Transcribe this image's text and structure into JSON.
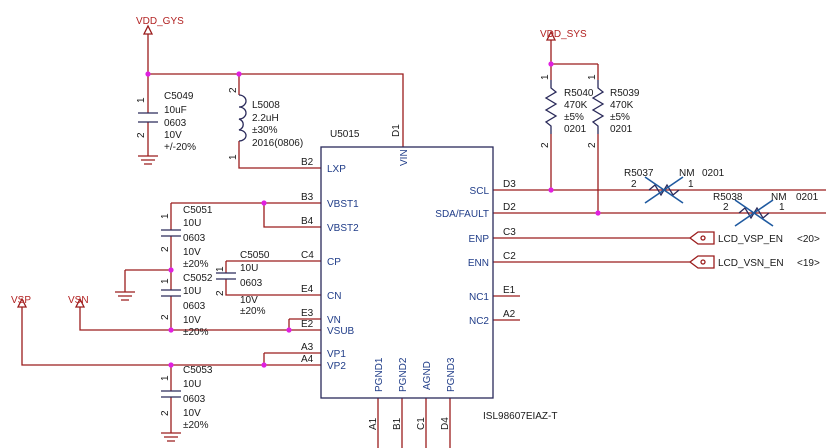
{
  "nets": {
    "vdd_gys": "VDD_GYS",
    "vdd_sys": "VDD_SYS",
    "vsp": "VSP",
    "vsn": "VSN",
    "lcd_vsp_en": "LCD_VSP_EN",
    "lcd_vsp_ref": "<20>",
    "lcd_vsn_en": "LCD_VSN_EN",
    "lcd_vsn_ref": "<19>"
  },
  "ic": {
    "ref": "U5015",
    "part": "ISL98607EIAZ-T",
    "left_pins": [
      {
        "name": "LXP",
        "num": "B2"
      },
      {
        "name": "VBST1",
        "num": "B3"
      },
      {
        "name": "VBST2",
        "num": "B4"
      },
      {
        "name": "CP",
        "num": "C4"
      },
      {
        "name": "CN",
        "num": "E4"
      },
      {
        "name": "VN",
        "num": "E3"
      },
      {
        "name": "VSUB",
        "num": "E2"
      },
      {
        "name": "VP1",
        "num": "A3"
      },
      {
        "name": "VP2",
        "num": "A4"
      }
    ],
    "top_pin": {
      "name": "VIN",
      "num": "D1"
    },
    "right_pins": [
      {
        "name": "SCL",
        "num": "D3"
      },
      {
        "name": "SDA/FAULT",
        "num": "D2"
      },
      {
        "name": "ENP",
        "num": "C3"
      },
      {
        "name": "ENN",
        "num": "C2"
      },
      {
        "name": "NC1",
        "num": "E1"
      },
      {
        "name": "NC2",
        "num": "A2"
      }
    ],
    "bottom_pins": [
      {
        "name": "PGND1",
        "num": "A1"
      },
      {
        "name": "PGND2",
        "num": "B1"
      },
      {
        "name": "AGND",
        "num": "C1"
      },
      {
        "name": "PGND3",
        "num": "D4"
      }
    ]
  },
  "components": {
    "c5049": {
      "ref": "C5049",
      "lines": [
        "10uF",
        "0603",
        "10V",
        "+/-20%"
      ],
      "pin1": "1",
      "pin2": "2"
    },
    "l5008": {
      "ref": "L5008",
      "lines": [
        "2.2uH",
        "±30%",
        "2016(0806)"
      ],
      "pin1": "1",
      "pin2": "2"
    },
    "r5040": {
      "ref": "R5040",
      "lines": [
        "470K",
        "±5%",
        "0201"
      ],
      "pin1": "1",
      "pin2": "2"
    },
    "r5039": {
      "ref": "R5039",
      "lines": [
        "470K",
        "±5%",
        "0201"
      ],
      "pin1": "1",
      "pin2": "2"
    },
    "r5037": {
      "ref": "R5037",
      "value": "NM",
      "pkg": "0201",
      "pin1": "1",
      "pin2": "2"
    },
    "r5038": {
      "ref": "R5038",
      "value": "NM",
      "pkg": "0201",
      "pin1": "1",
      "pin2": "2"
    },
    "c5051": {
      "ref": "C5051",
      "lines": [
        "10U",
        "0603",
        "10V",
        "±20%"
      ],
      "pin1": "1",
      "pin2": "2"
    },
    "c5052": {
      "ref": "C5052",
      "lines": [
        "10U",
        "0603",
        "10V",
        "±20%"
      ],
      "pin1": "1",
      "pin2": "2"
    },
    "c5050": {
      "ref": "C5050",
      "lines": [
        "10U",
        "0603",
        "10V",
        "±20%"
      ],
      "pin1": "1",
      "pin2": "2"
    },
    "c5053": {
      "ref": "C5053",
      "lines": [
        "10U",
        "0603",
        "10V",
        "±20%"
      ],
      "pin1": "1",
      "pin2": "2"
    }
  }
}
